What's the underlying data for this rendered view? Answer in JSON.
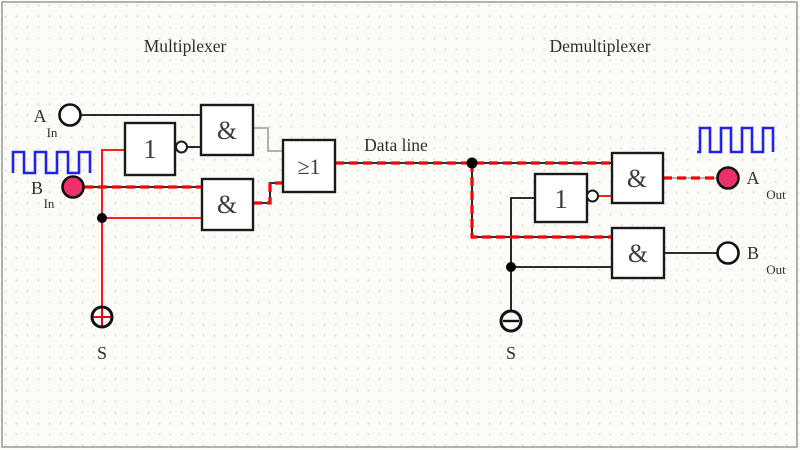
{
  "diagram": {
    "mux_title": "Multiplexer",
    "demux_title": "Demultiplexer",
    "data_line_label": "Data line",
    "gates": {
      "and": "&",
      "not": "1",
      "or": "≥1"
    },
    "mux": {
      "input_a_label": "A",
      "input_a_sub": "In",
      "input_b_label": "B",
      "input_b_sub": "In",
      "select_label": "S",
      "select_state": "+"
    },
    "demux": {
      "output_a_label": "A",
      "output_a_sub": "Out",
      "output_b_label": "B",
      "output_b_sub": "Out",
      "select_label": "S",
      "select_state": "−"
    },
    "colors": {
      "active_signal": "#ff0000",
      "high_terminal": "#ee3168",
      "waveform": "#2222ee",
      "inactive_wire": "#a8a8a8",
      "wire": "#111111"
    }
  }
}
